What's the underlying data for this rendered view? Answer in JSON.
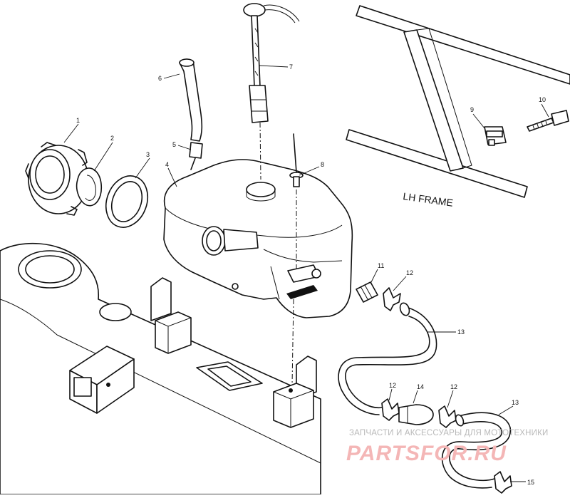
{
  "frame_label": "LH FRAME",
  "callouts": {
    "c1": "1",
    "c2": "2",
    "c3": "3",
    "c4": "4",
    "c5": "5",
    "c6": "6",
    "c7": "7",
    "c8": "8",
    "c9": "9",
    "c10": "10",
    "c11": "11",
    "c12a": "12",
    "c12b": "12",
    "c12c": "12",
    "c13a": "13",
    "c13b": "13",
    "c14": "14",
    "c15": "15"
  },
  "watermark": {
    "tagline": "ЗАПЧАСТИ И АКСЕССУАРЫ ДЛЯ МОТОТЕХНИКИ",
    "brand": "PARTSFOR.RU"
  }
}
